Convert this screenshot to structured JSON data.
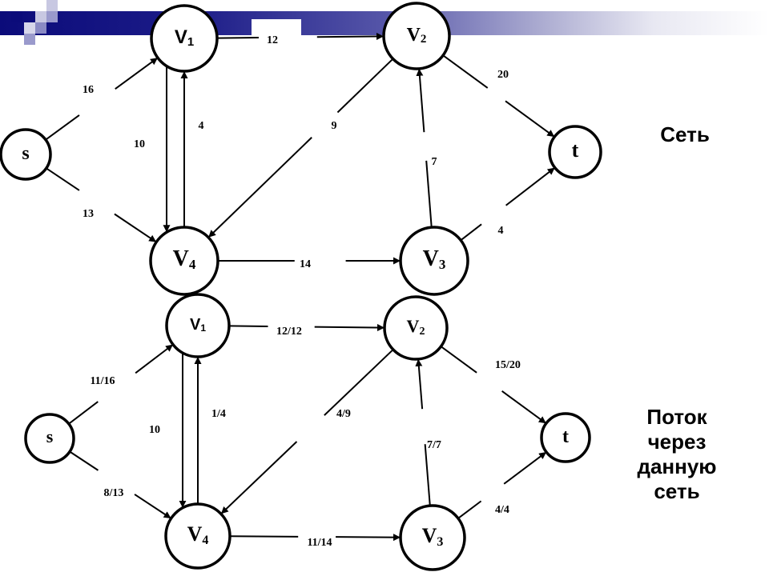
{
  "header": {
    "decoration": "blue-gradient-bar-with-squares",
    "colors": {
      "dark": "#0b0b7a",
      "mid": "#5555a8",
      "light": "#aaaad0"
    }
  },
  "titles": {
    "network": "Сеть",
    "flow_lines": [
      "Поток",
      "через",
      "данную",
      "сеть"
    ]
  },
  "graphs": [
    {
      "id": "network",
      "nodes": [
        {
          "id": "s",
          "label": "s",
          "sub": ""
        },
        {
          "id": "v1",
          "label": "V",
          "sub": "1"
        },
        {
          "id": "v2",
          "label": "V",
          "sub": "2"
        },
        {
          "id": "t",
          "label": "t",
          "sub": ""
        },
        {
          "id": "v4",
          "label": "V",
          "sub": "4"
        },
        {
          "id": "v3",
          "label": "V",
          "sub": "3"
        }
      ],
      "edges": [
        {
          "from": "s",
          "to": "v1",
          "label": "16"
        },
        {
          "from": "s",
          "to": "v4",
          "label": "13"
        },
        {
          "from": "v1",
          "to": "v2",
          "label": "12"
        },
        {
          "from": "v1",
          "to": "v4",
          "label": "10"
        },
        {
          "from": "v4",
          "to": "v1",
          "label": "4"
        },
        {
          "from": "v2",
          "to": "v4",
          "label": "9"
        },
        {
          "from": "v2",
          "to": "t",
          "label": "20"
        },
        {
          "from": "v4",
          "to": "v3",
          "label": "14"
        },
        {
          "from": "v3",
          "to": "v2",
          "label": "7"
        },
        {
          "from": "v3",
          "to": "t",
          "label": "4"
        }
      ]
    },
    {
      "id": "flow",
      "nodes": [
        {
          "id": "s",
          "label": "s",
          "sub": ""
        },
        {
          "id": "v1",
          "label": "V",
          "sub": "1"
        },
        {
          "id": "v2",
          "label": "V",
          "sub": "2"
        },
        {
          "id": "t",
          "label": "t",
          "sub": ""
        },
        {
          "id": "v4",
          "label": "V",
          "sub": "4"
        },
        {
          "id": "v3",
          "label": "V",
          "sub": "3"
        }
      ],
      "edges": [
        {
          "from": "s",
          "to": "v1",
          "label": "11/16"
        },
        {
          "from": "s",
          "to": "v4",
          "label": "8/13"
        },
        {
          "from": "v1",
          "to": "v2",
          "label": "12/12"
        },
        {
          "from": "v1",
          "to": "v4",
          "label": "10"
        },
        {
          "from": "v4",
          "to": "v1",
          "label": "1/4"
        },
        {
          "from": "v2",
          "to": "v4",
          "label": "4/9"
        },
        {
          "from": "v2",
          "to": "t",
          "label": "15/20"
        },
        {
          "from": "v4",
          "to": "v3",
          "label": "11/14"
        },
        {
          "from": "v3",
          "to": "v2",
          "label": "7/7"
        },
        {
          "from": "v3",
          "to": "t",
          "label": "4/4"
        }
      ]
    }
  ]
}
